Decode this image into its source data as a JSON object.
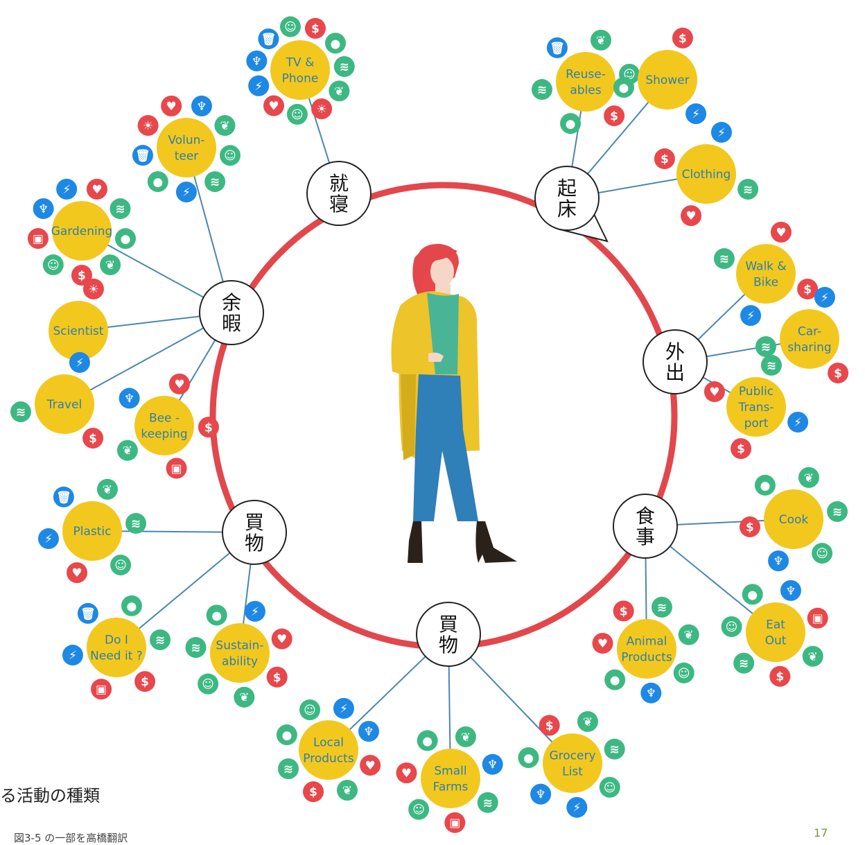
{
  "colors": {
    "ring": "#e2474b",
    "yellow": "#f2c81f",
    "activity_text": "#2f7fa6",
    "connector": "#4a86b0",
    "icon_blue": "#1e88e5",
    "icon_red": "#e8474b",
    "icon_green": "#3db883"
  },
  "hubs": [
    {
      "id": "shushin",
      "text": "就寝"
    },
    {
      "id": "kisho",
      "text": "起床"
    },
    {
      "id": "yoka",
      "text": "余暇"
    },
    {
      "id": "gaishutsu",
      "text": "外出"
    },
    {
      "id": "kaimono1",
      "text": "買物"
    },
    {
      "id": "shokuji",
      "text": "食事"
    },
    {
      "id": "kaimono2",
      "text": "買物"
    }
  ],
  "activities": [
    {
      "hub": "shushin",
      "lines": [
        "TV &",
        "Phone"
      ],
      "icons": [
        "dollar",
        "drop",
        "wind",
        "leaf",
        "bulb",
        "face",
        "heart",
        "bolt",
        "glass",
        "trash",
        "face"
      ]
    },
    {
      "hub": "yoka",
      "lines": [
        "Volun-",
        "teer"
      ],
      "icons": [
        "glass",
        "leaf",
        "face",
        "wind",
        "bolt",
        "drop",
        "trash",
        "bulb",
        "heart"
      ]
    },
    {
      "hub": "yoka",
      "lines": [
        "Gardening"
      ],
      "icons": [
        "heart",
        "wind",
        "drop",
        "leaf",
        "dollar",
        "face",
        "briefcase",
        "glass",
        "bolt"
      ]
    },
    {
      "hub": "yoka",
      "lines": [
        "Scientist"
      ],
      "icons": [
        "bulb"
      ]
    },
    {
      "hub": "yoka",
      "lines": [
        "Travel"
      ],
      "icons": [
        "bolt",
        "dollar",
        "wind"
      ]
    },
    {
      "hub": "yoka",
      "lines": [
        "Bee -",
        "keeping"
      ],
      "icons": [
        "heart",
        "dollar",
        "briefcase",
        "leaf",
        "glass"
      ]
    },
    {
      "hub": "kisho",
      "lines": [
        "Reuse-",
        "ables"
      ],
      "icons": [
        "leaf",
        "face",
        "dollar",
        "drop",
        "wind",
        "trash"
      ]
    },
    {
      "hub": "kisho",
      "lines": [
        "Shower"
      ],
      "icons": [
        "dollar",
        "bolt",
        "drop"
      ]
    },
    {
      "hub": "kisho",
      "lines": [
        "Clothing"
      ],
      "icons": [
        "bolt",
        "wind",
        "heart",
        "dollar"
      ]
    },
    {
      "hub": "gaishutsu",
      "lines": [
        "Walk &",
        "Bike"
      ],
      "icons": [
        "heart",
        "dollar",
        "bolt",
        "wind"
      ]
    },
    {
      "hub": "gaishutsu",
      "lines": [
        "Car-",
        "sharing"
      ],
      "icons": [
        "bolt",
        "dollar",
        "wind"
      ]
    },
    {
      "hub": "gaishutsu",
      "lines": [
        "Public",
        "Trans-",
        "port"
      ],
      "icons": [
        "wind",
        "bolt",
        "dollar",
        "heart"
      ]
    },
    {
      "hub": "kaimono1",
      "lines": [
        "Plastic"
      ],
      "icons": [
        "leaf",
        "wind",
        "face",
        "heart",
        "bolt",
        "trash"
      ]
    },
    {
      "hub": "kaimono1",
      "lines": [
        "Do I",
        "Need it ?"
      ],
      "icons": [
        "drop",
        "wind",
        "dollar",
        "briefcase",
        "bolt",
        "trash"
      ]
    },
    {
      "hub": "kaimono1",
      "lines": [
        "Sustain-",
        "ability"
      ],
      "icons": [
        "bolt",
        "heart",
        "dollar",
        "leaf",
        "face",
        "wind",
        "drop"
      ]
    },
    {
      "hub": "shokuji",
      "lines": [
        "Cook"
      ],
      "icons": [
        "leaf",
        "wind",
        "face",
        "glass",
        "dollar",
        "drop"
      ]
    },
    {
      "hub": "shokuji",
      "lines": [
        "Eat",
        "Out"
      ],
      "icons": [
        "glass",
        "briefcase",
        "leaf",
        "dollar",
        "wind",
        "face",
        "drop"
      ]
    },
    {
      "hub": "shokuji",
      "lines": [
        "Animal",
        "Products"
      ],
      "icons": [
        "wind",
        "leaf",
        "face",
        "glass",
        "drop",
        "heart",
        "dollar"
      ]
    },
    {
      "hub": "kaimono2",
      "lines": [
        "Local",
        "Products"
      ],
      "icons": [
        "bolt",
        "glass",
        "heart",
        "leaf",
        "dollar",
        "wind",
        "drop",
        "face"
      ]
    },
    {
      "hub": "kaimono2",
      "lines": [
        "Small",
        "Farms"
      ],
      "icons": [
        "leaf",
        "glass",
        "wind",
        "briefcase",
        "face",
        "heart",
        "drop"
      ]
    },
    {
      "hub": "kaimono2",
      "lines": [
        "Grocery",
        "List"
      ],
      "icons": [
        "leaf",
        "wind",
        "face",
        "bolt",
        "glass",
        "drop",
        "dollar"
      ]
    }
  ],
  "caption": "る活動の種類",
  "footnote": "図3-5 の一部を高橋翻訳",
  "page_number": "17"
}
